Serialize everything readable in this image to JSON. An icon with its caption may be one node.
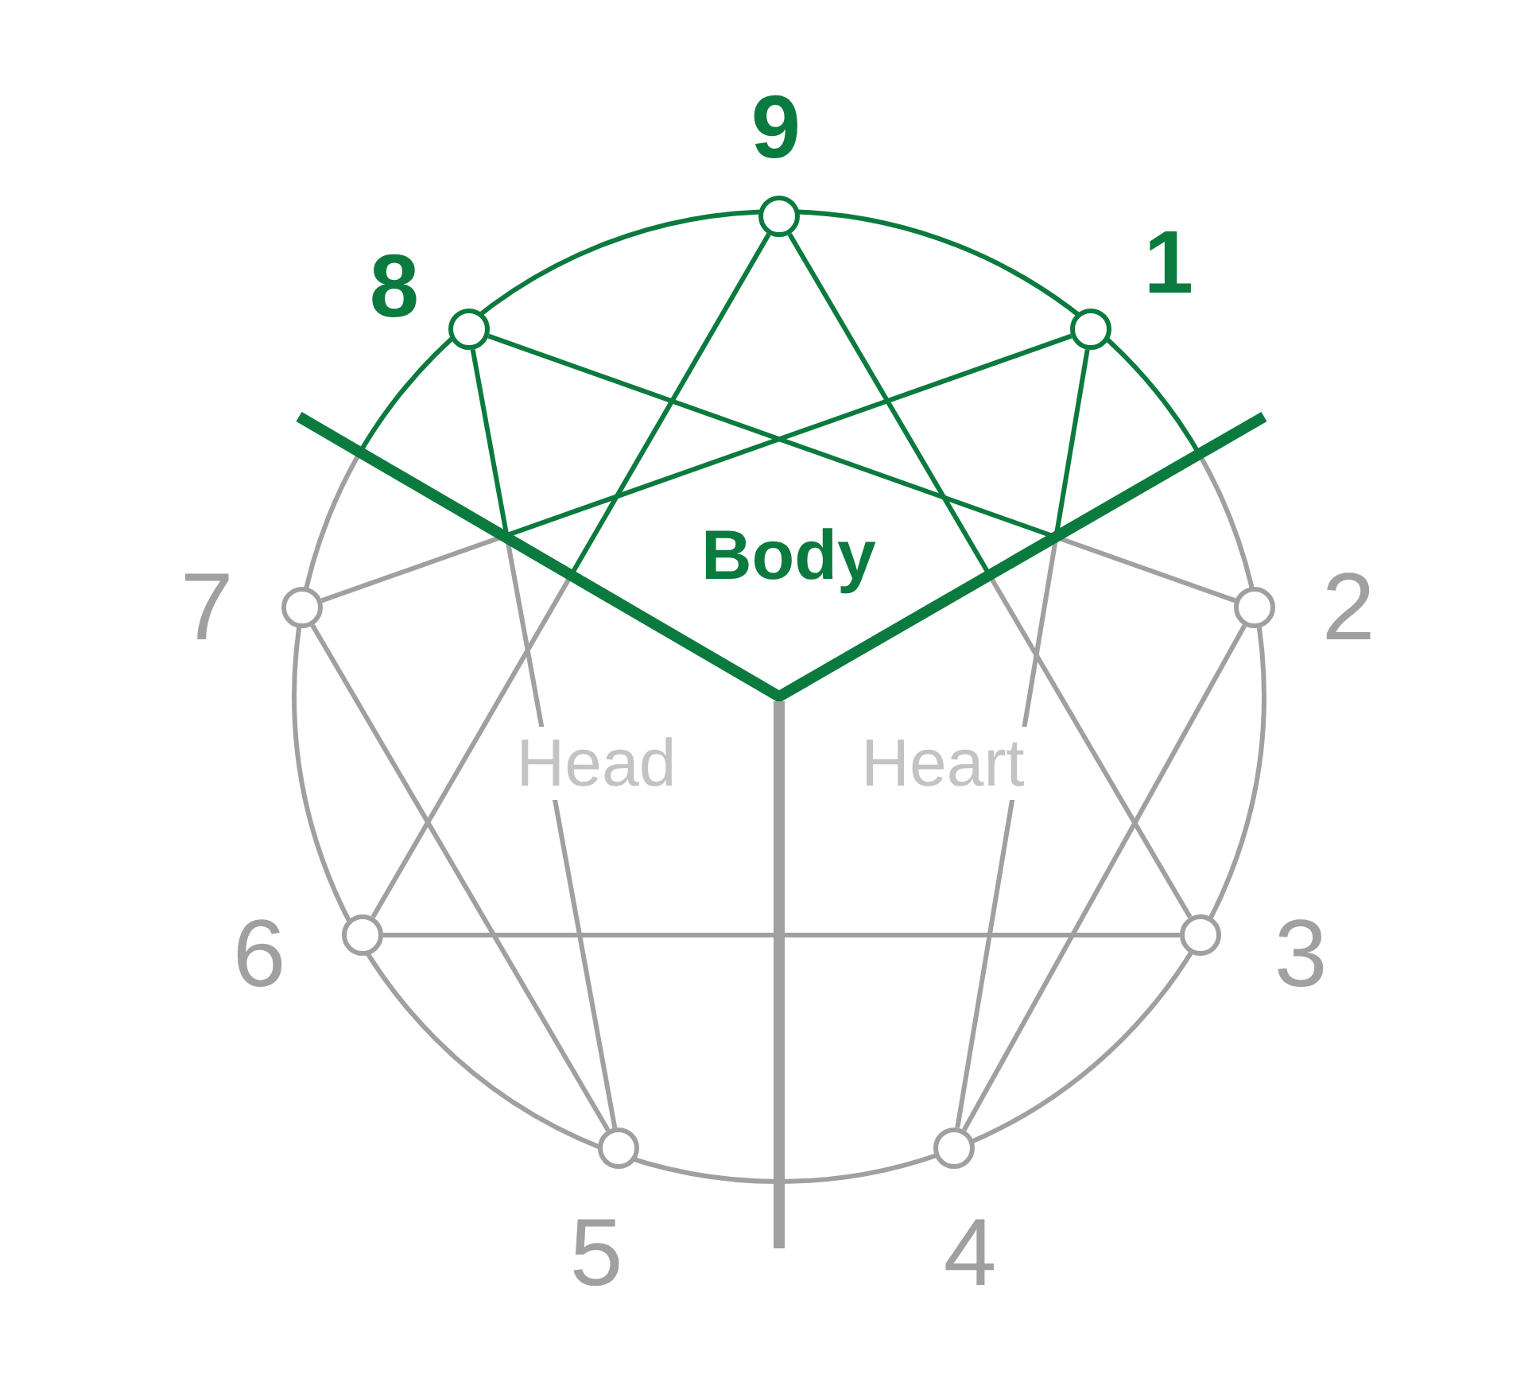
{
  "diagram": {
    "nodes": [
      {
        "text": [
          "9"
        ]
      },
      {
        "text": [
          "1"
        ]
      },
      {
        "text": [
          "2"
        ]
      },
      {
        "text": [
          "3"
        ]
      },
      {
        "text": [
          "4"
        ]
      },
      {
        "text": [
          "5"
        ]
      },
      {
        "text": [
          "6"
        ]
      },
      {
        "text": [
          "7"
        ]
      },
      {
        "text": [
          "8"
        ]
      }
    ],
    "edges": [
      {
        "from": 0,
        "to": 3,
        "arrow": "none"
      },
      {
        "from": 3,
        "to": 6,
        "arrow": "none"
      },
      {
        "from": 6,
        "to": 0,
        "arrow": "none"
      },
      {
        "from": 1,
        "to": 4,
        "arrow": "none"
      },
      {
        "from": 4,
        "to": 2,
        "arrow": "none"
      },
      {
        "from": 2,
        "to": 8,
        "arrow": "none"
      },
      {
        "from": 8,
        "to": 5,
        "arrow": "none"
      },
      {
        "from": 5,
        "to": 7,
        "arrow": "none"
      },
      {
        "from": 7,
        "to": 1,
        "arrow": "none"
      }
    ],
    "labels": [
      "Body",
      "Head",
      "Heart"
    ]
  }
}
